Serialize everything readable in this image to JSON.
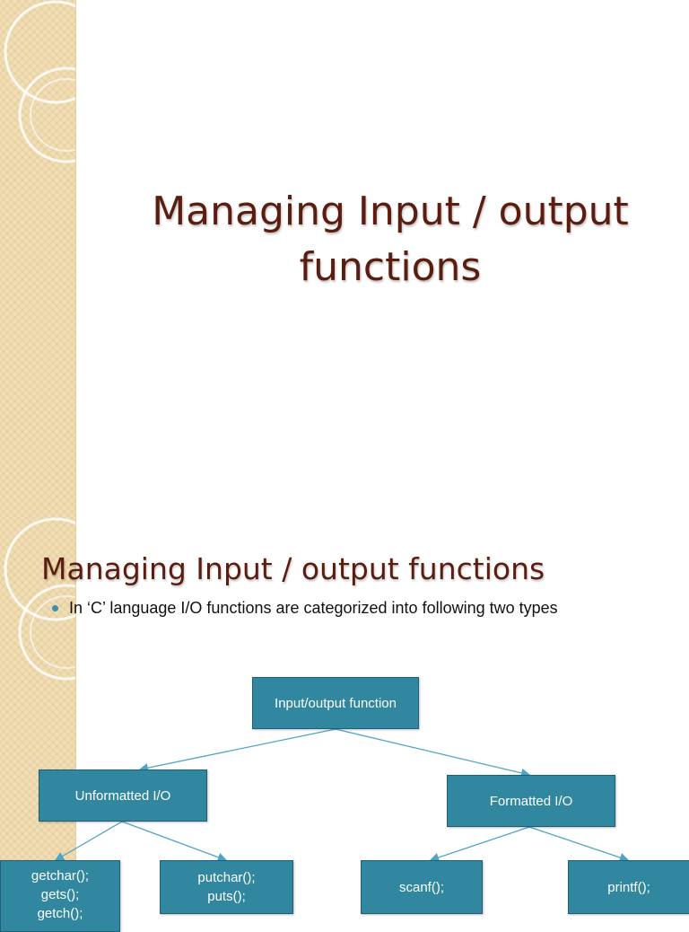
{
  "slide1": {
    "title": "Managing Input / output functions"
  },
  "slide2": {
    "title": "Managing Input / output functions",
    "bullet": "In ‘C’ language I/O functions are categorized into following two types",
    "diagram": {
      "root": "Input/output function",
      "unformatted": "Unformatted I/O",
      "formatted": "Formatted I/O",
      "unformatted_children": [
        "getchar();\ngets();\ngetch();",
        "putchar();\nputs();"
      ],
      "formatted_children": [
        "scanf();",
        "printf();"
      ]
    }
  },
  "colors": {
    "title": "#5a1d0f",
    "box_fill": "#31879f",
    "connector": "#4fa6c2",
    "sidebar": "#f1deb4",
    "bullet": "#3b8fb2"
  }
}
